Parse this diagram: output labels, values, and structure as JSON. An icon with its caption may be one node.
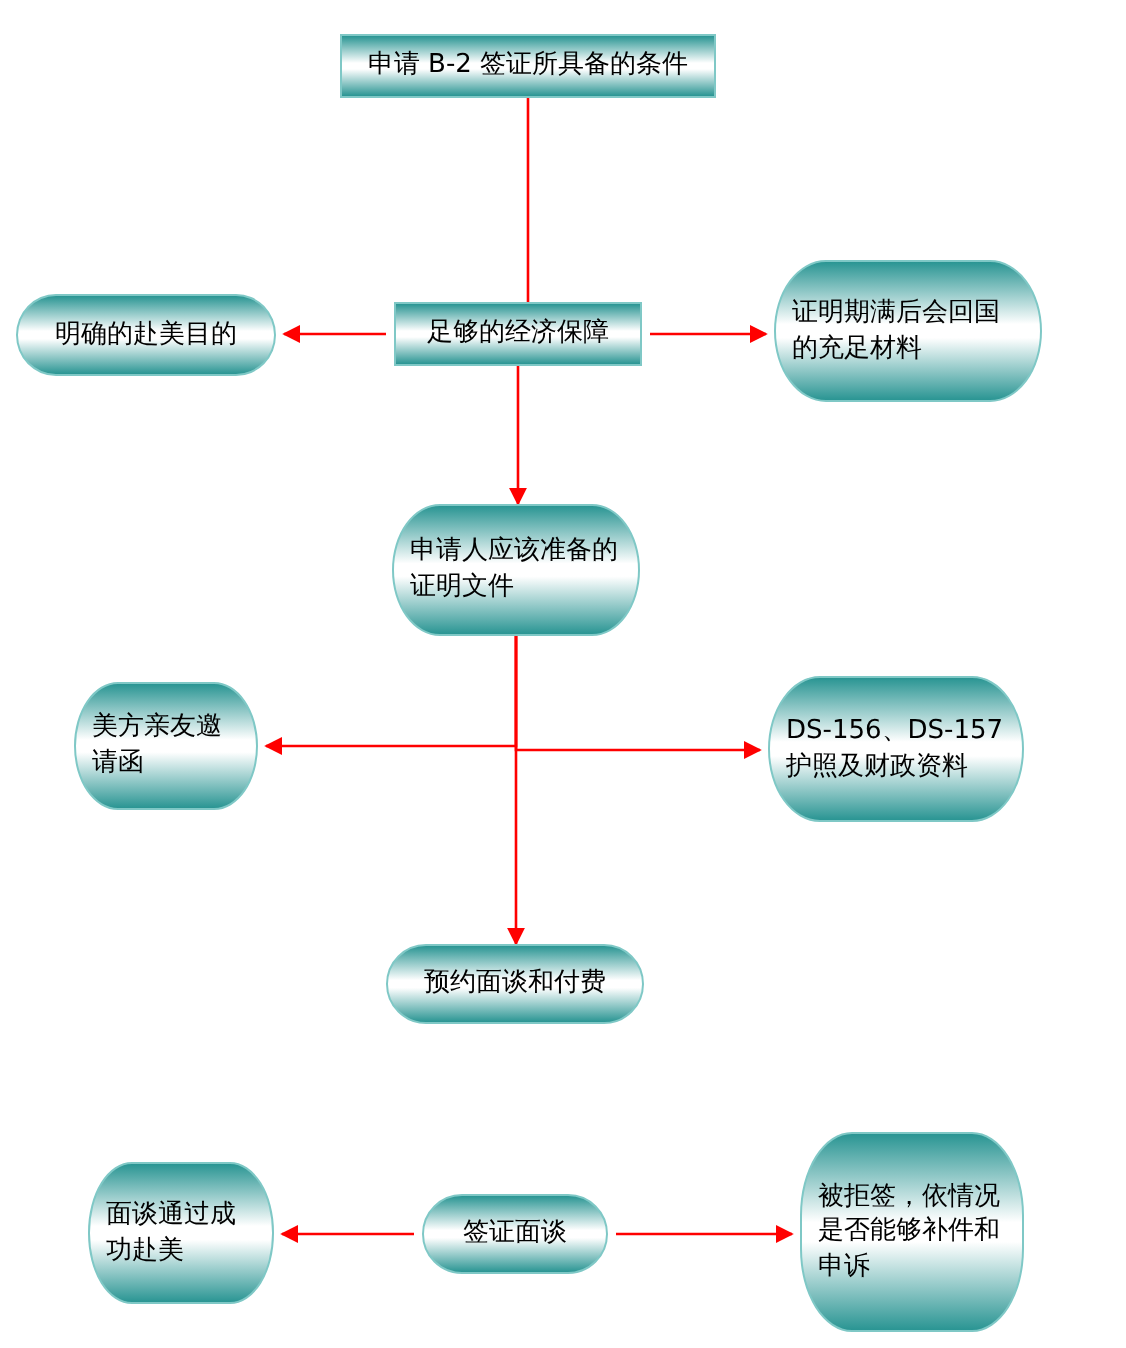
{
  "diagram": {
    "nodes": [
      {
        "text": [
          "申请 B-2 签证所具备的条件"
        ]
      },
      {
        "text": [
          "明确的赴美目的"
        ]
      },
      {
        "text": [
          "足够的经济保障"
        ]
      },
      {
        "text": [
          "证明期满后会回国的充足材料"
        ]
      },
      {
        "text": [
          "申请人应该准备的证明文件"
        ]
      },
      {
        "text": [
          "美方亲友邀请函"
        ]
      },
      {
        "text": [
          "DS-156、DS-157护照及财政资料"
        ]
      },
      {
        "text": [
          "预约面谈和付费"
        ]
      },
      {
        "text": [
          "面谈通过成功赴美"
        ]
      },
      {
        "text": [
          "签证面谈"
        ]
      },
      {
        "text": [
          "被拒签，依情况是否能够补件和申诉"
        ]
      }
    ],
    "edges": [
      {
        "from": 0,
        "to": 2,
        "arrow": "none"
      },
      {
        "from": 2,
        "to": 1,
        "arrow": "to"
      },
      {
        "from": 2,
        "to": 3,
        "arrow": "to"
      },
      {
        "from": 2,
        "to": 4,
        "arrow": "to"
      },
      {
        "from": 4,
        "to": 5,
        "arrow": "to"
      },
      {
        "from": 4,
        "to": 6,
        "arrow": "to"
      },
      {
        "from": 4,
        "to": 7,
        "arrow": "to"
      },
      {
        "from": 9,
        "to": 8,
        "arrow": "to"
      },
      {
        "from": 9,
        "to": 10,
        "arrow": "to"
      }
    ]
  }
}
